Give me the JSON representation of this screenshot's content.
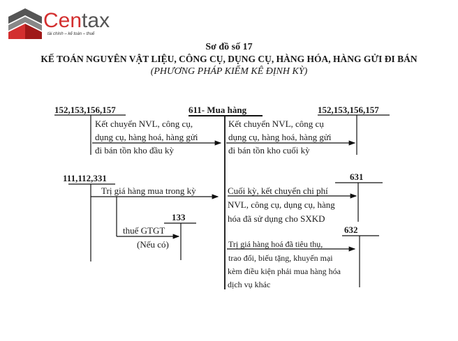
{
  "logo": {
    "brand_a": "Cen",
    "brand_b": "tax",
    "tagline": "tài chính – kế toán – thuế",
    "color_red": "#d32f2f",
    "color_gray": "#555555"
  },
  "header": {
    "number": "Sơ đồ số 17",
    "title": "KẾ TOÁN NGUYÊN VẬT LIỆU, CÔNG CỤ, DỤNG CỤ, HÀNG HÓA, HÀNG GỬI ĐI BÁN",
    "subtitle": "(PHƯƠNG PHÁP KIỂM KÊ ĐỊNH KỲ)"
  },
  "accounts": {
    "a152_left": "152,153,156,157",
    "a611": "611- Mua hàng",
    "a152_right": "152,153,156,157",
    "a111": "111,112,331",
    "a133": "133",
    "a631": "631",
    "a632": "632"
  },
  "flows": {
    "opening": [
      "Kết chuyển NVL, công cụ,",
      "dụng cụ, hàng hoá, hàng gửi",
      "đi bán tồn kho đầu kỳ"
    ],
    "closing": [
      "Kết chuyển NVL, công cụ",
      "dụng cụ, hàng hoá, hàng gửi",
      "đi bán tồn kho cuối kỳ"
    ],
    "purchase": "Trị giá hàng mua trong kỳ",
    "vat": [
      "thuế GTGT",
      "(Nếu có)"
    ],
    "to631": [
      "Cuối kỳ, kết chuyển chi phí",
      "NVL, công cụ, dụng cụ, hàng",
      "hóa đã sử dụng cho SXKD"
    ],
    "to632": [
      "Trị giá hàng hoá đã tiêu thụ,",
      "trao đổi, biếu tặng, khuyến mại",
      "kèm điều kiện phải mua hàng hóa",
      "dịch vụ khác"
    ]
  }
}
